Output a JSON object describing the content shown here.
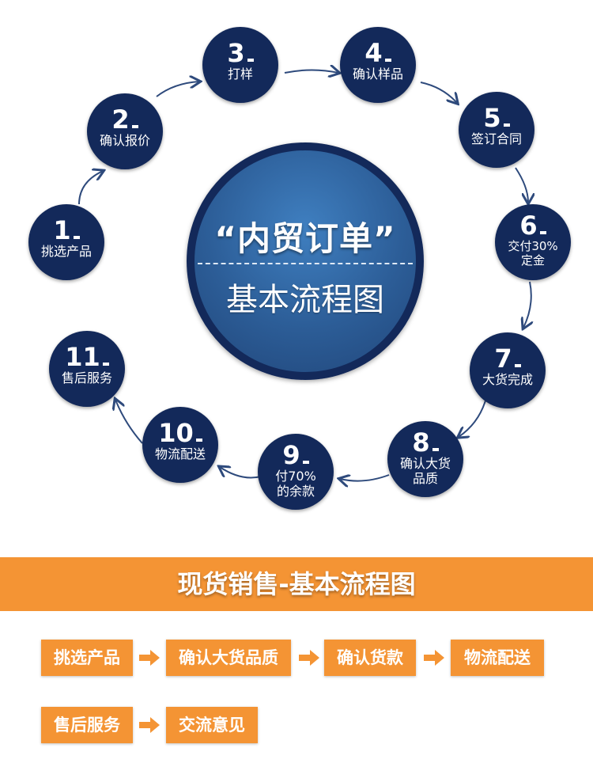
{
  "center": {
    "title": "“内贸订单”",
    "subtitle": "基本流程图"
  },
  "steps": [
    {
      "num": "1",
      "label": "挑选产品"
    },
    {
      "num": "2",
      "label": "确认报价"
    },
    {
      "num": "3",
      "label": "打样"
    },
    {
      "num": "4",
      "label": "确认样品"
    },
    {
      "num": "5",
      "label": "签订合同"
    },
    {
      "num": "6",
      "label": "交付30%定金"
    },
    {
      "num": "7",
      "label": "大货完成"
    },
    {
      "num": "8",
      "label": "确认大货品质"
    },
    {
      "num": "9",
      "label": "付70%的余款"
    },
    {
      "num": "10",
      "label": "物流配送"
    },
    {
      "num": "11",
      "label": "售后服务"
    }
  ],
  "spot": {
    "title": "现货销售-基本流程图",
    "row1": [
      "挑选产品",
      "确认大货品质",
      "确认货款",
      "物流配送"
    ],
    "row2": [
      "售后服务",
      "交流意见"
    ]
  },
  "colors": {
    "navy": "#13295a",
    "orange": "#f49434",
    "arrow": "#2e4a7c"
  }
}
